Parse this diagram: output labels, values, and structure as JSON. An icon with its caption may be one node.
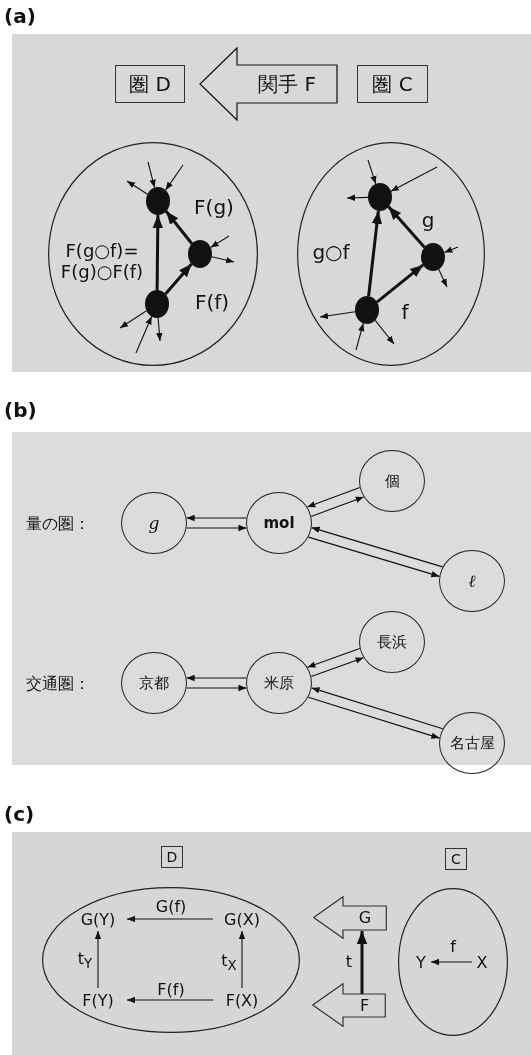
{
  "diagram": {
    "nodes": [
      {
        "text": [
          "圏 D"
        ]
      },
      {
        "text": [
          "圏 C"
        ]
      },
      {
        "text": [],
        "shape": "ellipse"
      },
      {
        "text": [],
        "shape": "circle",
        "in": 2
      },
      {
        "text": [],
        "shape": "circle",
        "in": 2
      },
      {
        "text": [],
        "shape": "circle",
        "in": 2
      },
      {
        "text": [],
        "shape": "ellipse"
      },
      {
        "text": [],
        "shape": "circle",
        "in": 6
      },
      {
        "text": [],
        "shape": "circle",
        "in": 6
      },
      {
        "text": [],
        "shape": "circle",
        "in": 6
      },
      {
        "text": [
          "g"
        ]
      },
      {
        "text": [
          "mol"
        ]
      },
      {
        "text": [
          "個"
        ]
      },
      {
        "text": [
          "ℓ"
        ]
      },
      {
        "text": [
          "京都"
        ]
      },
      {
        "text": [
          "米原"
        ]
      },
      {
        "text": [
          "長浜"
        ]
      },
      {
        "text": [
          "名古屋"
        ]
      },
      {
        "text": [
          "D"
        ]
      },
      {
        "text": [
          "C"
        ]
      },
      {
        "text": [],
        "shape": "ellipse"
      },
      {
        "text": [
          "G(Y)"
        ],
        "in": 20
      },
      {
        "text": [
          "G(X)"
        ],
        "in": 20
      },
      {
        "text": [
          "F(Y)"
        ],
        "in": 20
      },
      {
        "text": [
          "F(X)"
        ],
        "in": 20
      },
      {
        "text": [
          "G"
        ]
      },
      {
        "text": [
          "F"
        ]
      },
      {
        "text": [],
        "shape": "ellipse"
      },
      {
        "text": [
          "Y"
        ],
        "in": 27
      },
      {
        "text": [
          "X"
        ],
        "in": 27
      }
    ],
    "edges": [
      {
        "from": 4,
        "to": 3,
        "arrow": "to",
        "label": "F(g)",
        "style": "thick"
      },
      {
        "from": 5,
        "to": 4,
        "arrow": "to",
        "label": "F(f)",
        "style": "thick"
      },
      {
        "from": 5,
        "to": 3,
        "arrow": "to",
        "label": "F(g○f)= F(g)○F(f)",
        "style": "thick"
      },
      {
        "from": 3,
        "to": null,
        "arrow": "to"
      },
      {
        "from": null,
        "to": 3,
        "arrow": "to"
      },
      {
        "from": null,
        "to": 3,
        "arrow": "to"
      },
      {
        "from": null,
        "to": 4,
        "arrow": "to"
      },
      {
        "from": 4,
        "to": null,
        "arrow": "to"
      },
      {
        "from": 5,
        "to": null,
        "arrow": "to"
      },
      {
        "from": null,
        "to": 5,
        "arrow": "to"
      },
      {
        "from": 5,
        "to": null,
        "arrow": "to"
      },
      {
        "from": 8,
        "to": 7,
        "arrow": "to",
        "label": "g",
        "style": "thick"
      },
      {
        "from": 9,
        "to": 8,
        "arrow": "to",
        "label": "f",
        "style": "thick"
      },
      {
        "from": 9,
        "to": 7,
        "arrow": "to",
        "label": "g○f",
        "style": "thick"
      },
      {
        "from": null,
        "to": 7,
        "arrow": "to"
      },
      {
        "from": null,
        "to": 7,
        "arrow": "to"
      },
      {
        "from": 7,
        "to": null,
        "arrow": "to"
      },
      {
        "from": null,
        "to": 8,
        "arrow": "to"
      },
      {
        "from": 8,
        "to": null,
        "arrow": "to"
      },
      {
        "from": 9,
        "to": null,
        "arrow": "to"
      },
      {
        "from": null,
        "to": 9,
        "arrow": "to"
      },
      {
        "from": 9,
        "to": null,
        "arrow": "to"
      },
      {
        "from": 11,
        "to": 10,
        "arrow": "to"
      },
      {
        "from": 10,
        "to": 11,
        "arrow": "to"
      },
      {
        "from": 12,
        "to": 11,
        "arrow": "to"
      },
      {
        "from": 11,
        "to": 12,
        "arrow": "to"
      },
      {
        "from": 13,
        "to": 11,
        "arrow": "to"
      },
      {
        "from": 11,
        "to": 13,
        "arrow": "to"
      },
      {
        "from": 15,
        "to": 14,
        "arrow": "to"
      },
      {
        "from": 14,
        "to": 15,
        "arrow": "to"
      },
      {
        "from": 16,
        "to": 15,
        "arrow": "to"
      },
      {
        "from": 15,
        "to": 16,
        "arrow": "to"
      },
      {
        "from": 17,
        "to": 15,
        "arrow": "to"
      },
      {
        "from": 15,
        "to": 17,
        "arrow": "to"
      },
      {
        "from": 22,
        "to": 21,
        "arrow": "to",
        "label": "G(f)"
      },
      {
        "from": 24,
        "to": 23,
        "arrow": "to",
        "label": "F(f)"
      },
      {
        "from": 23,
        "to": 21,
        "arrow": "to",
        "label": "t$_{Y}$"
      },
      {
        "from": 24,
        "to": 22,
        "arrow": "to",
        "label": "t$_{X}$"
      },
      {
        "from": 26,
        "to": 25,
        "arrow": "to",
        "label": "t",
        "style": "thick"
      },
      {
        "from": 29,
        "to": 28,
        "arrow": "to",
        "label": "f"
      },
      {
        "from": 1,
        "to": 0,
        "arrow": "to",
        "label": "関手 F"
      }
    ],
    "labels": [
      "(a)",
      "(b)",
      "量の圏：",
      "交通圏：",
      "(c)"
    ]
  }
}
